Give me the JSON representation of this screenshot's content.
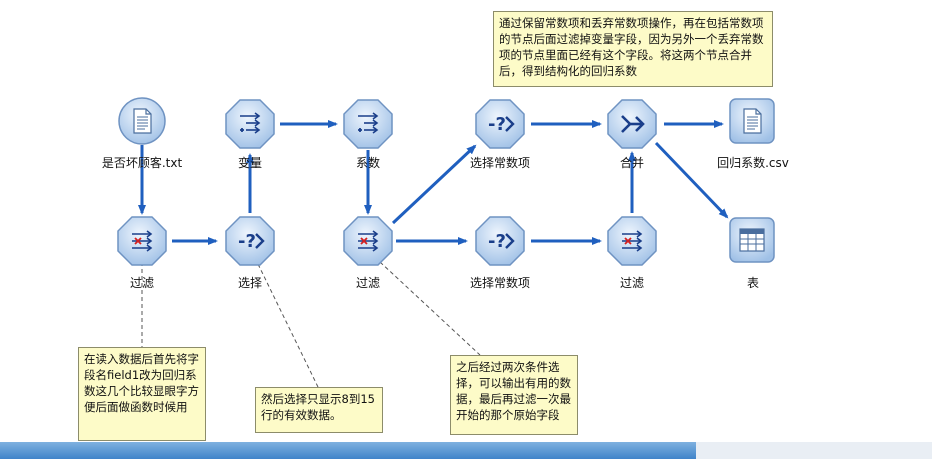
{
  "nodes": {
    "source": "是否坏顾客.txt",
    "filter1": "过滤",
    "select1": "选择",
    "variable": "变量",
    "coefficient": "系数",
    "filter2": "过滤",
    "select_const_top": "选择常数项",
    "select_const_bottom": "选择常数项",
    "merge": "合并",
    "filter3": "过滤",
    "output_csv": "回归系数.csv",
    "table": "表"
  },
  "notes": {
    "top": "通过保留常数项和丢弃常数项操作，再在包括常数项的节点后面过滤掉变量字段，因为另外一个丢弃常数项的节点里面已经有这个字段。将这两个节点合并后，得到结构化的回归系数",
    "left": "在读入数据后首先将字段名field1改为回归系数这几个比较显眼字方便后面做函数时候用",
    "middle": "然后选择只显示8到15行的有效数据。",
    "right": "之后经过两次条件选择，可以输出有用的数据，最后再过滤一次最开始的那个原始字段"
  },
  "colors": {
    "arrow": "#1f5fbf",
    "node_fill": "#cfe0f4",
    "note_bg": "#fdfbc8"
  }
}
